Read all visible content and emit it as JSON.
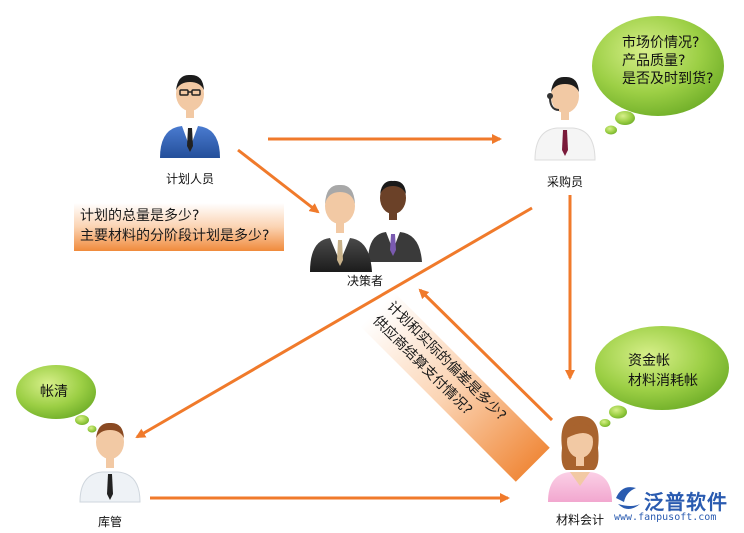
{
  "people": {
    "planner": "计划人员",
    "purchaser": "采购员",
    "decision_maker": "决策者",
    "warehouse": "库管",
    "accountant": "材料会计"
  },
  "bubbles": {
    "purchaser": [
      "市场价情况?",
      "产品质量?",
      "是否及时到货?"
    ],
    "warehouse": [
      "帐清"
    ],
    "accountant": [
      "资金帐",
      "材料消耗帐"
    ]
  },
  "notes": {
    "planner_questions": [
      "计划的总量是多少?",
      "主要材料的分阶段计划是多少?"
    ],
    "deviation_questions": [
      "计划和实际的偏差是多少?",
      "供应商结算支付情况?"
    ]
  },
  "brand": {
    "name": "泛普软件",
    "url": "www.fanpusoft.com"
  },
  "colors": {
    "arrow": "#f07a2b",
    "bubble": "#8cc63f",
    "note": "#f7a25a"
  }
}
